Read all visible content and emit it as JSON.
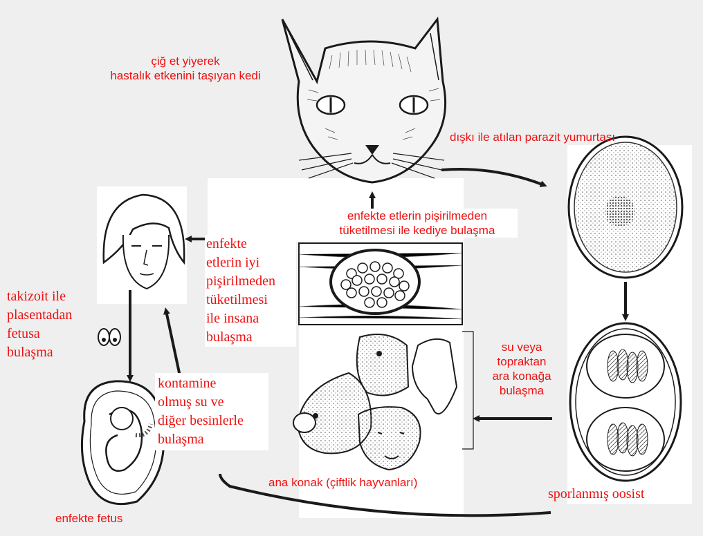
{
  "labels": {
    "cat": [
      "çiğ et yiyerek",
      "hastalık etkenini taşıyan kedi"
    ],
    "feces": "dışkı ile atılan parazit yumurtası",
    "cat_infection": [
      "enfekte etlerin pişirilmeden",
      "tüketilmesi ile kediye bulaşma"
    ],
    "human_infection": [
      "enfekte",
      "etlerin iyi",
      "pişirilmeden",
      "tüketilmesi",
      "ile insana",
      "bulaşma"
    ],
    "placenta": [
      "takizoit ile",
      "plasentadan",
      "fetusa",
      "bulaşma"
    ],
    "contaminated": [
      "kontamine",
      "olmuş su ve",
      "diğer besinlerle",
      "bulaşma"
    ],
    "soil": [
      "su veya",
      "topraktan",
      "ara konağa",
      "bulaşma"
    ],
    "host": "ana konak (çiftlik hayvanları)",
    "oocyst": "sporlanmış oosist",
    "fetus": "enfekte fetus"
  },
  "colors": {
    "label": "#ee1111",
    "ink": "#1a1a1a",
    "background": "#efefef"
  },
  "icons": [
    "cat-head-icon",
    "oocyst-egg-icon",
    "sporulated-oocyst-icon",
    "woman-head-icon",
    "tachyzoite-icon",
    "fetus-in-womb-icon",
    "muscle-cyst-icon",
    "farm-animals-icon"
  ]
}
